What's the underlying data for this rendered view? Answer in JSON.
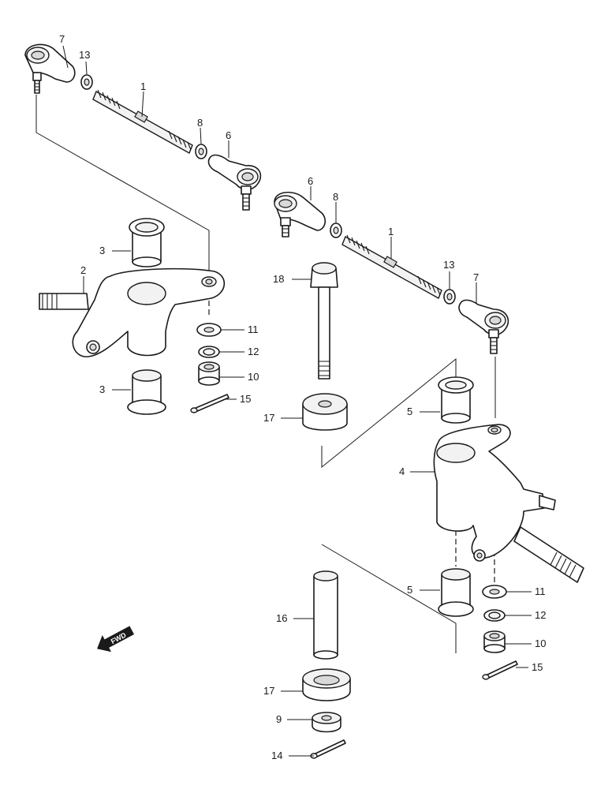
{
  "callouts": {
    "tie_rod_a_end_outer": "7",
    "tie_rod_a_nut": "13",
    "tie_rod_a_rod": "1",
    "tie_rod_a_locknut": "8",
    "tie_rod_a_end_inner": "6",
    "tie_rod_b_end_inner": "6",
    "tie_rod_b_locknut": "8",
    "tie_rod_b_rod": "1",
    "tie_rod_b_nut": "13",
    "tie_rod_b_end_outer": "7",
    "left_bushing_top": "3",
    "left_knuckle": "2",
    "left_bushing_bottom": "3",
    "left_washer": "11",
    "left_spring_washer": "12",
    "left_castle_nut": "10",
    "left_cotter_pin": "15",
    "bolt": "18",
    "spacer_top": "17",
    "right_bushing_top": "5",
    "right_knuckle": "4",
    "right_bushing_bottom": "5",
    "right_washer": "11",
    "right_spring_washer": "12",
    "right_castle_nut": "10",
    "right_cotter_pin": "15",
    "pin": "16",
    "spacer_bottom": "17",
    "bottom_nut": "9",
    "bottom_cotter_pin": "14"
  },
  "fwd_label": "FWD"
}
